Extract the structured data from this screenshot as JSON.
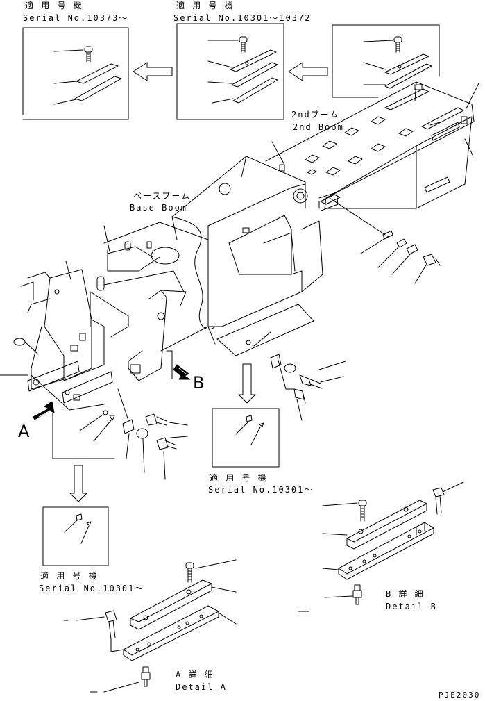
{
  "labels": {
    "box1": {
      "jp": "適 用 号 機",
      "serial": "Serial No.10373～"
    },
    "box2": {
      "jp": "適 用 号 機",
      "serial": "Serial No.10301～10372"
    },
    "box4": {
      "jp": "適 用 号 機",
      "serial": "Serial No.10301～"
    },
    "box5": {
      "jp": "適 用 号 機",
      "serial": "Serial No.10301～"
    },
    "second_boom": {
      "jp": "2ndブーム",
      "en": "2nd Boom"
    },
    "base_boom": {
      "jp": "ベースブーム",
      "en": "Base Boom"
    },
    "view_a": "A",
    "view_b": "B",
    "detail_a": {
      "jp": "A 詳 細",
      "en": "Detail A"
    },
    "detail_b": {
      "jp": "B 詳 細",
      "en": "Detail B"
    },
    "drawing_code": "PJE2030"
  }
}
